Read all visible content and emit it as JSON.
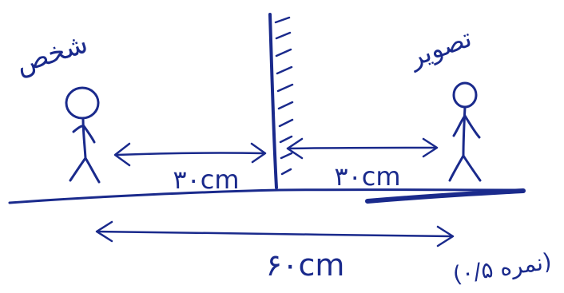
{
  "labels": {
    "person": "شخص",
    "image": "تصویر",
    "distance_left": "۳۰cm",
    "distance_right": "۳۰cm",
    "distance_total": "۶۰cm",
    "score": "(۰/۵ نمره)"
  },
  "colors": {
    "ink": "#1a2a8c"
  }
}
